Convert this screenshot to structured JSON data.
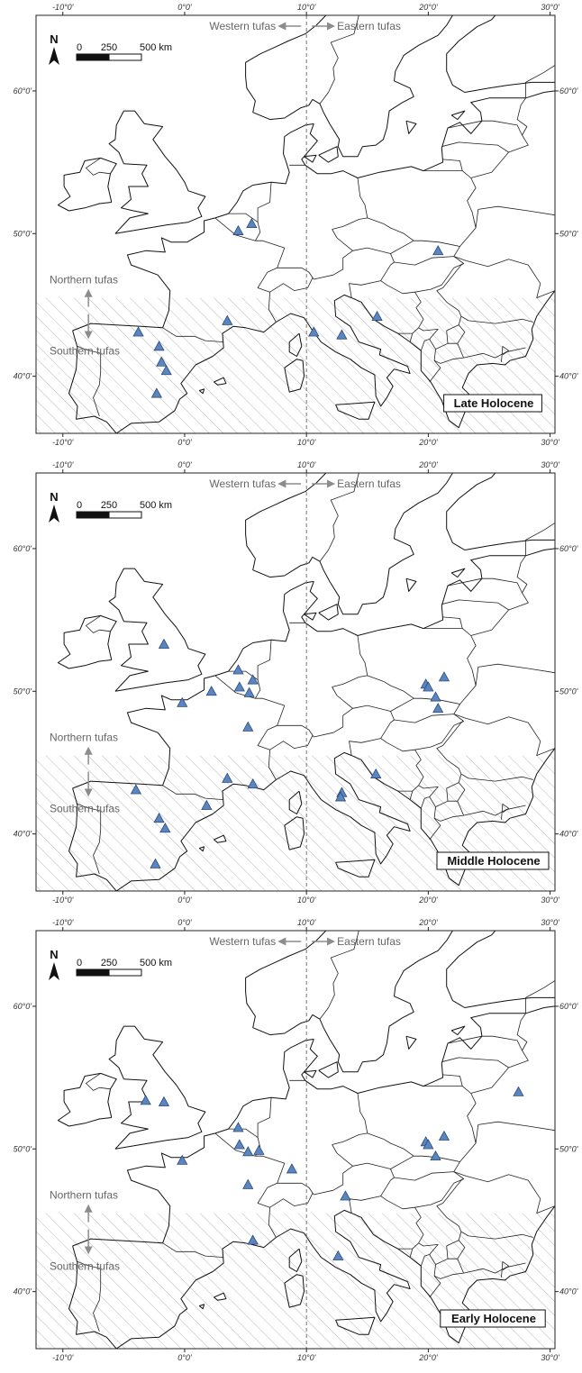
{
  "panels": [
    {
      "title": "Late Holocene",
      "sites": [
        {
          "lon": -3.8,
          "lat": 43.1
        },
        {
          "lon": -2.1,
          "lat": 42.1
        },
        {
          "lon": -1.9,
          "lat": 41.0
        },
        {
          "lon": -1.5,
          "lat": 40.4
        },
        {
          "lon": -2.3,
          "lat": 38.8
        },
        {
          "lon": 3.5,
          "lat": 43.9
        },
        {
          "lon": 4.4,
          "lat": 50.2
        },
        {
          "lon": 5.5,
          "lat": 50.7
        },
        {
          "lon": 10.6,
          "lat": 43.1
        },
        {
          "lon": 12.9,
          "lat": 42.9
        },
        {
          "lon": 15.8,
          "lat": 44.2
        },
        {
          "lon": 20.8,
          "lat": 48.8
        }
      ]
    },
    {
      "title": "Middle Holocene",
      "sites": [
        {
          "lon": -1.7,
          "lat": 53.3
        },
        {
          "lon": -4.0,
          "lat": 43.1
        },
        {
          "lon": -2.1,
          "lat": 41.1
        },
        {
          "lon": -1.6,
          "lat": 40.4
        },
        {
          "lon": -2.4,
          "lat": 37.9
        },
        {
          "lon": 1.8,
          "lat": 42.0
        },
        {
          "lon": 3.5,
          "lat": 43.9
        },
        {
          "lon": 5.6,
          "lat": 43.5
        },
        {
          "lon": -0.2,
          "lat": 49.2
        },
        {
          "lon": 2.2,
          "lat": 50.0
        },
        {
          "lon": 4.4,
          "lat": 51.5
        },
        {
          "lon": 4.5,
          "lat": 50.3
        },
        {
          "lon": 5.3,
          "lat": 49.9
        },
        {
          "lon": 5.6,
          "lat": 50.8
        },
        {
          "lon": 5.2,
          "lat": 47.5
        },
        {
          "lon": 12.9,
          "lat": 42.9
        },
        {
          "lon": 12.8,
          "lat": 42.6
        },
        {
          "lon": 15.7,
          "lat": 44.2
        },
        {
          "lon": 19.8,
          "lat": 50.5
        },
        {
          "lon": 20.0,
          "lat": 50.3
        },
        {
          "lon": 20.6,
          "lat": 49.6
        },
        {
          "lon": 20.8,
          "lat": 48.8
        },
        {
          "lon": 21.3,
          "lat": 51.0
        }
      ]
    },
    {
      "title": "Early Holocene",
      "sites": [
        {
          "lon": -3.2,
          "lat": 53.4
        },
        {
          "lon": -1.7,
          "lat": 53.3
        },
        {
          "lon": -0.2,
          "lat": 49.2
        },
        {
          "lon": 4.4,
          "lat": 51.5
        },
        {
          "lon": 4.5,
          "lat": 50.3
        },
        {
          "lon": 5.2,
          "lat": 49.8
        },
        {
          "lon": 6.1,
          "lat": 49.9
        },
        {
          "lon": 5.2,
          "lat": 47.5
        },
        {
          "lon": 8.8,
          "lat": 48.6
        },
        {
          "lon": 13.2,
          "lat": 46.7
        },
        {
          "lon": 5.6,
          "lat": 43.6
        },
        {
          "lon": 12.6,
          "lat": 42.5
        },
        {
          "lon": 19.8,
          "lat": 50.5
        },
        {
          "lon": 20.0,
          "lat": 50.3
        },
        {
          "lon": 20.6,
          "lat": 49.5
        },
        {
          "lon": 21.3,
          "lat": 50.9
        },
        {
          "lon": 27.4,
          "lat": 54.0
        }
      ]
    }
  ],
  "lon_ticks": [
    {
      "value": -10,
      "label": "-10°0'"
    },
    {
      "value": 0,
      "label": "0°0'"
    },
    {
      "value": 10,
      "label": "10°0'"
    },
    {
      "value": 20,
      "label": "20°0'"
    },
    {
      "value": 30,
      "label": "30°0'"
    }
  ],
  "lat_ticks": [
    {
      "value": 60,
      "label": "60°0'"
    },
    {
      "value": 50,
      "label": "50°0'"
    },
    {
      "value": 40,
      "label": "40°0'"
    }
  ],
  "extent": {
    "lon_min": -12.2,
    "lon_max": 30.4,
    "lat_min": 36.0,
    "lat_max": 65.3
  },
  "divider_lon": 10,
  "divider_lat": 45.5,
  "labels": {
    "western": "Western tufas",
    "eastern": "Eastern tufas",
    "northern": "Northern tufas",
    "southern": "Southern tufas",
    "north_arrow": "N"
  },
  "scale_bar": {
    "ticks": [
      "0",
      "250",
      "500 km"
    ]
  },
  "colors": {
    "site_fill": "#5b85bf",
    "site_stroke": "#1f3f73",
    "hatch": "#b8b8b8",
    "arrow": "#8c8c8c"
  }
}
